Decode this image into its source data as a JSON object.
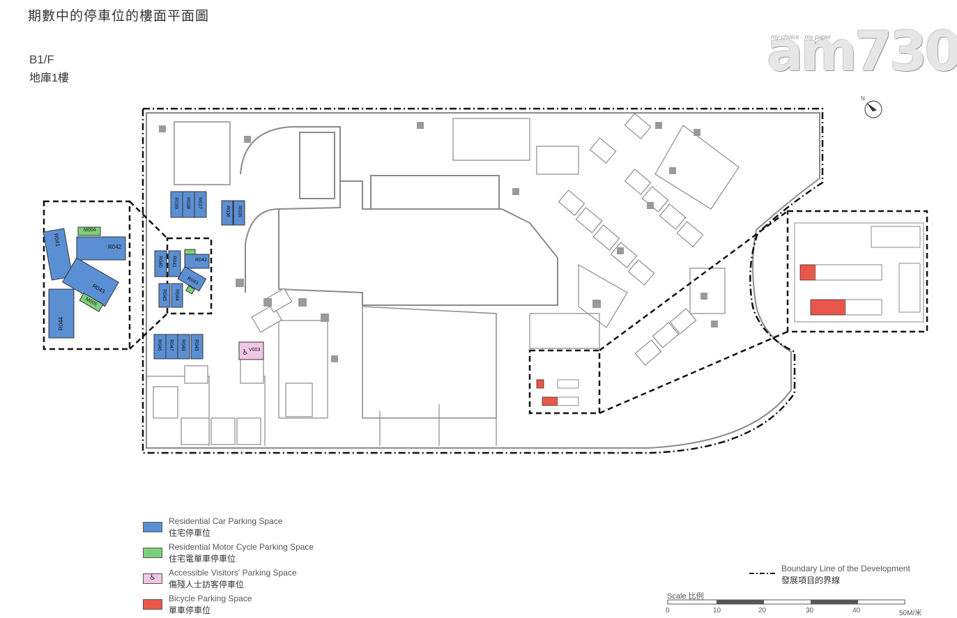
{
  "header": {
    "title_zh": "期數中的停車位的樓面平面圖",
    "floor_en": "B1/F",
    "floor_zh": "地庫1樓"
  },
  "logo": {
    "tagline": "my choice · my paper",
    "text": "am730"
  },
  "spaces": {
    "residential_car_main": [
      "R039",
      "R038",
      "R037",
      "R036",
      "R035",
      "R040",
      "R041",
      "R042",
      "R043",
      "R045",
      "R044",
      "R046",
      "R047",
      "R048",
      "R049"
    ],
    "residential_car_zoom": [
      "R041",
      "R042",
      "R043",
      "R044"
    ],
    "motorcycle_zoom": [
      "M004",
      "M005"
    ],
    "accessible": "V003"
  },
  "legend": [
    {
      "en": "Residential Car Parking Space",
      "zh": "住宅停車位",
      "color": "#5b8fd4"
    },
    {
      "en": "Residential Motor Cycle Parking Space",
      "zh": "住宅電單車停車位",
      "color": "#7ccf7a"
    },
    {
      "en": "Accessible Visitors' Parking Space",
      "zh": "傷殘人士訪客停車位",
      "color": "#f0c8e6"
    },
    {
      "en": "Bicycle Parking Space",
      "zh": "單車停車位",
      "color": "#e8574a"
    }
  ],
  "boundary": {
    "en": "Boundary Line of the Development",
    "zh": "發展項目的界線"
  },
  "scale": {
    "title": "Scale 比例",
    "ticks": [
      "0",
      "10",
      "20",
      "30",
      "40",
      "50M/米"
    ]
  },
  "colors": {
    "car": "#5b8fd4",
    "moto": "#7ccf7a",
    "accessible": "#f0c8e6",
    "bicycle": "#e8574a",
    "wall": "#8a8a8a"
  }
}
